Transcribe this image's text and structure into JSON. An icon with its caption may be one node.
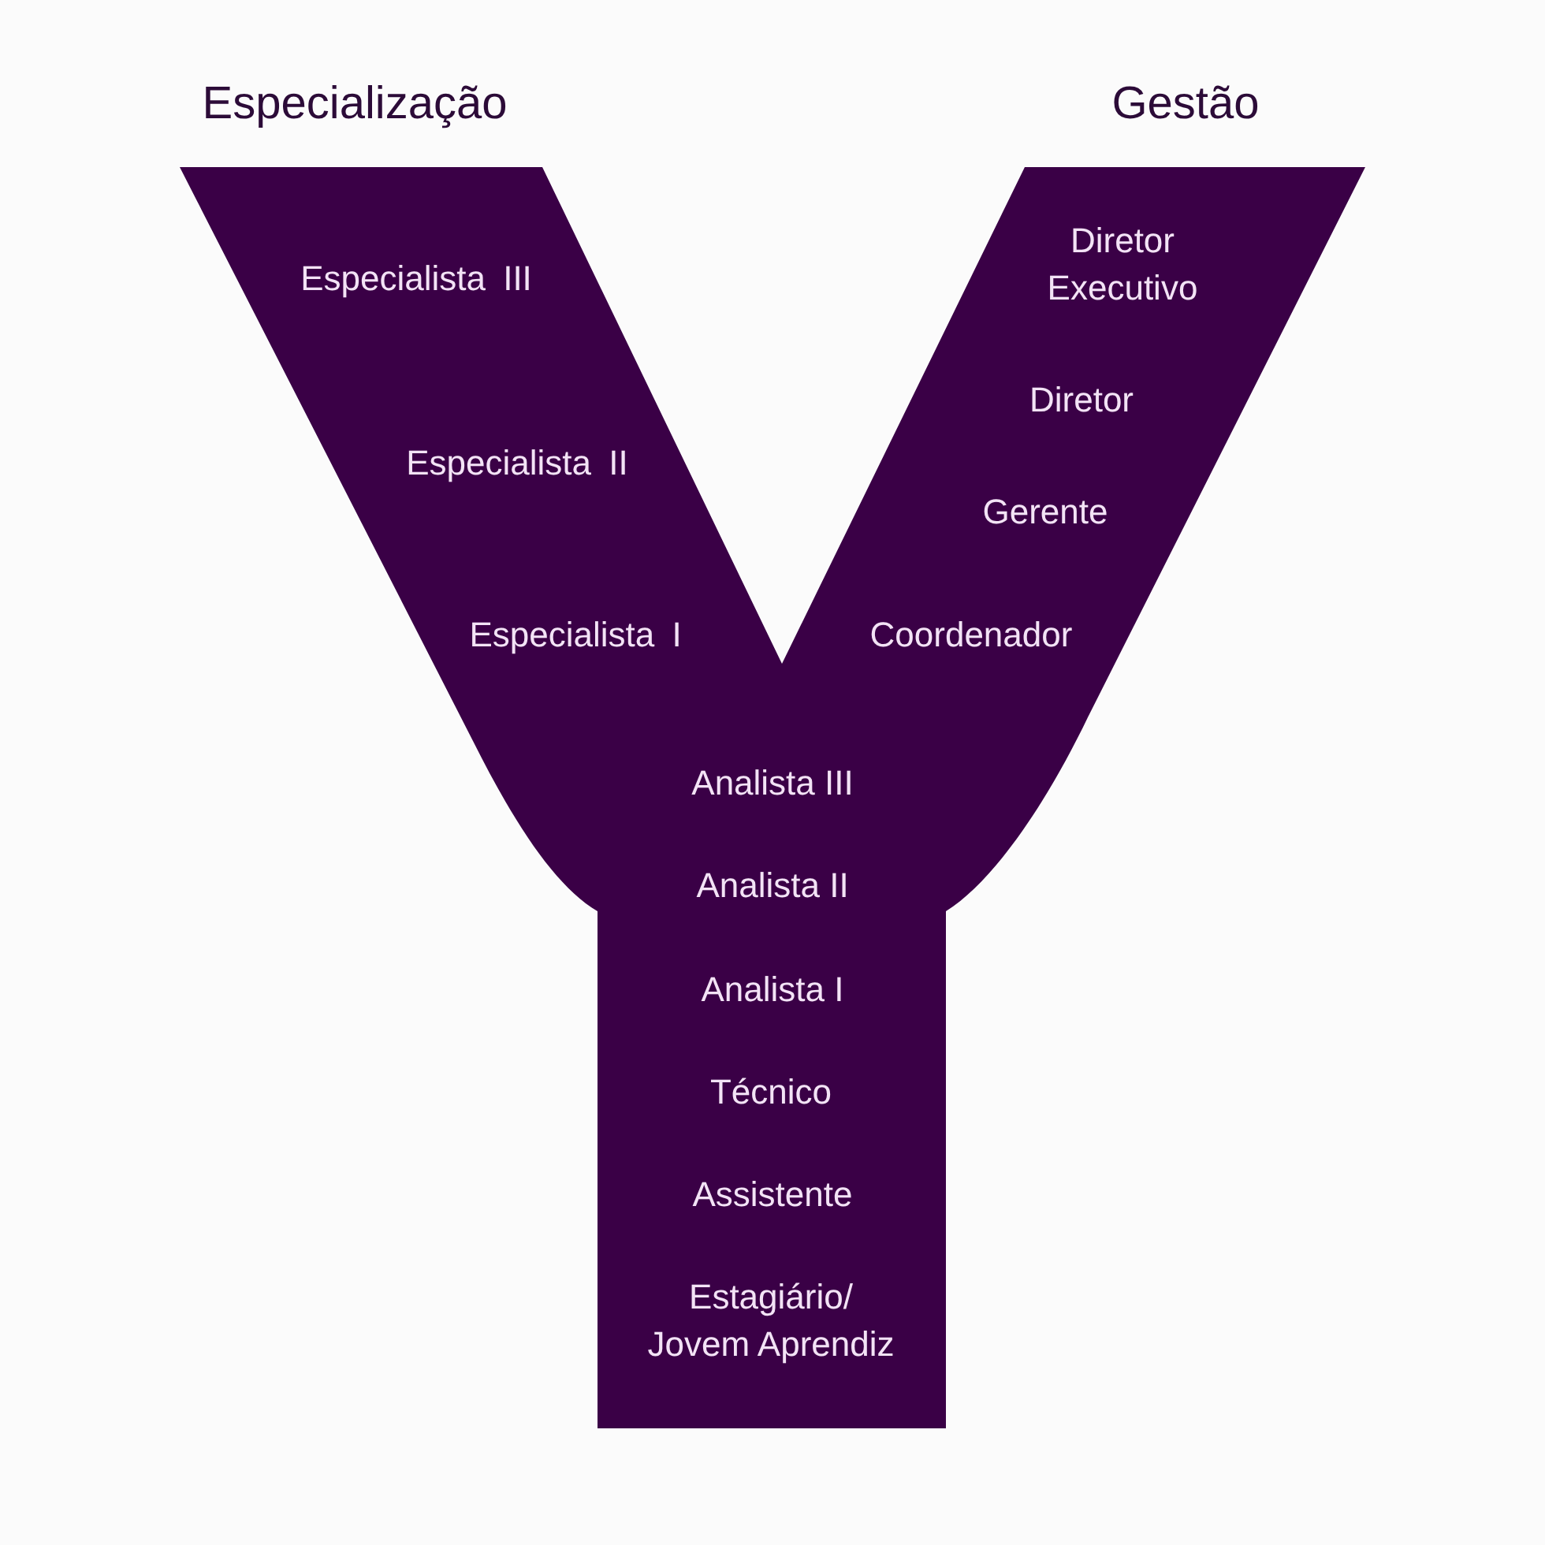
{
  "diagram": {
    "nodes": [
      {
        "text": [
          "Especialista III",
          "Especialista II",
          "Especialista I",
          "Diretor Executivo",
          "Diretor",
          "Gerente",
          "Coordenador",
          "Analista III",
          "Analista II",
          "Analista I",
          "Técnico",
          "Assistente",
          "Estagiário/ Jovem Aprendiz"
        ]
      }
    ],
    "labels": [
      "Especialização",
      "Gestão"
    ]
  }
}
